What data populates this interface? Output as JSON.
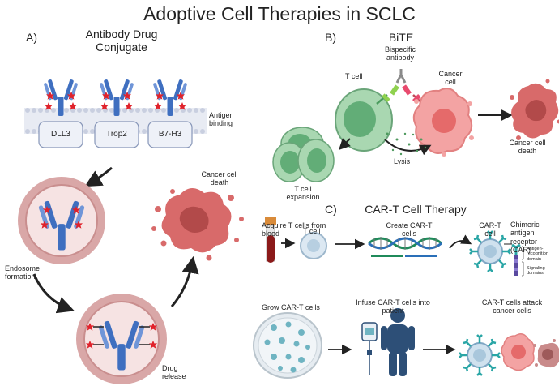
{
  "title": "Adoptive Cell Therapies in SCLC",
  "panel_a": {
    "letter": "A)",
    "heading_line1": "Antibody Drug",
    "heading_line2": "Conjugate",
    "antigen_label_line1": "Antigen",
    "antigen_label_line2": "binding",
    "targets": [
      "DLL3",
      "Trop2",
      "B7-H3"
    ],
    "cancer_death_line1": "Cancer cell",
    "cancer_death_line2": "death",
    "endosome_line1": "Endosome",
    "endosome_line2": "formation",
    "drug_release_line1": "Drug",
    "drug_release_line2": "release"
  },
  "panel_b": {
    "letter": "B)",
    "heading": "BiTE",
    "bispecific_line1": "Bispecific",
    "bispecific_line2": "antibody",
    "t_cell": "T cell",
    "cancer_cell_line1": "Cancer",
    "cancer_cell_line2": "cell",
    "cancer_death_line1": "Cancer cell",
    "cancer_death_line2": "death",
    "lysis": "Lysis",
    "expansion_line1": "T cell",
    "expansion_line2": "expansion"
  },
  "panel_c": {
    "letter": "C)",
    "heading": "CAR-T Cell Therapy",
    "acquire_line1": "Acquire T cells from",
    "acquire_line2": "blood",
    "t_cell": "T cell",
    "create_line1": "Create CAR-T",
    "create_line2": "cells",
    "cart_cell_line1": "CAR-T",
    "cart_cell_line2": "cell",
    "car_line1": "Chimeric antigen",
    "car_line2": "receptor (CAR)",
    "antigen_domain_line1": "Antigen-",
    "antigen_domain_line2": "recognition",
    "antigen_domain_line3": "domain",
    "signaling_line1": "Signaling",
    "signaling_line2": "domains",
    "grow": "Grow CAR-T cells",
    "infuse_line1": "Infuse CAR-T cells into",
    "infuse_line2": "patient",
    "attack_line1": "CAR-T cells attack",
    "attack_line2": "cancer cells"
  },
  "colors": {
    "antibody": "#3f6fc0",
    "drug": "#e0222b",
    "membrane": "#c9cfe0",
    "endosome_outer": "#d9a7a7",
    "endosome_inner": "#f6e3e3",
    "tcell": "#86c393",
    "cancer": "#f08c8c",
    "dead_cancer": "#d86a6a",
    "blood": "#8b1a1a",
    "dna_a": "#1f8a5a",
    "dna_b": "#2a6fb8",
    "patient": "#2d4f77",
    "cart_receptor": "#2aa6a6",
    "arrow": "#222222"
  },
  "icons": [
    "antibody-icon",
    "drug-payload-icon",
    "endosome-icon",
    "t-cell-icon",
    "cancer-cell-icon",
    "bispecific-antibody-icon",
    "blood-tube-icon",
    "dna-icon",
    "petri-dish-icon",
    "iv-bag-icon",
    "patient-icon",
    "arrow-icon"
  ]
}
